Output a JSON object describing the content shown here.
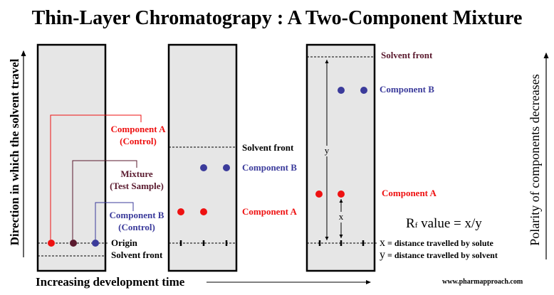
{
  "title": "Thin-Layer Chromatograpy : A Two-Component Mixture",
  "left_axis_label": "Direction in which the solvent  travel",
  "right_axis_label": "Polarity of components decreases",
  "bottom_axis_label": "Increasing development time",
  "watermark": "www.pharmapproach.com",
  "colors": {
    "component_a": "#ee1111",
    "mixture": "#5a1a2e",
    "component_b": "#3b3b9b",
    "plate": "#e6e6e6"
  },
  "plate1": {
    "comp_a_line1": "Component A",
    "comp_a_line2": "(Control)",
    "mixture_line1": "Mixture",
    "mixture_line2": "(Test Sample)",
    "comp_b_line1": "Component B",
    "comp_b_line2": "(Control)",
    "origin": "Origin",
    "solvent_front": "Solvent front"
  },
  "plate2": {
    "solvent_front": "Solvent front",
    "component_b": "Component B",
    "component_a": "Component A"
  },
  "plate3": {
    "solvent_front": "Solvent front",
    "component_b": "Component B",
    "component_a": "Component A",
    "y_marker": "y",
    "x_marker": "x"
  },
  "rf": {
    "formula_r": "R",
    "formula_f": "f",
    "formula_rest": " value = x/y",
    "x_sym": "x",
    "x_def": " = distance travelled by solute",
    "y_sym": "y",
    "y_def": " = distance travelled by solvent"
  }
}
